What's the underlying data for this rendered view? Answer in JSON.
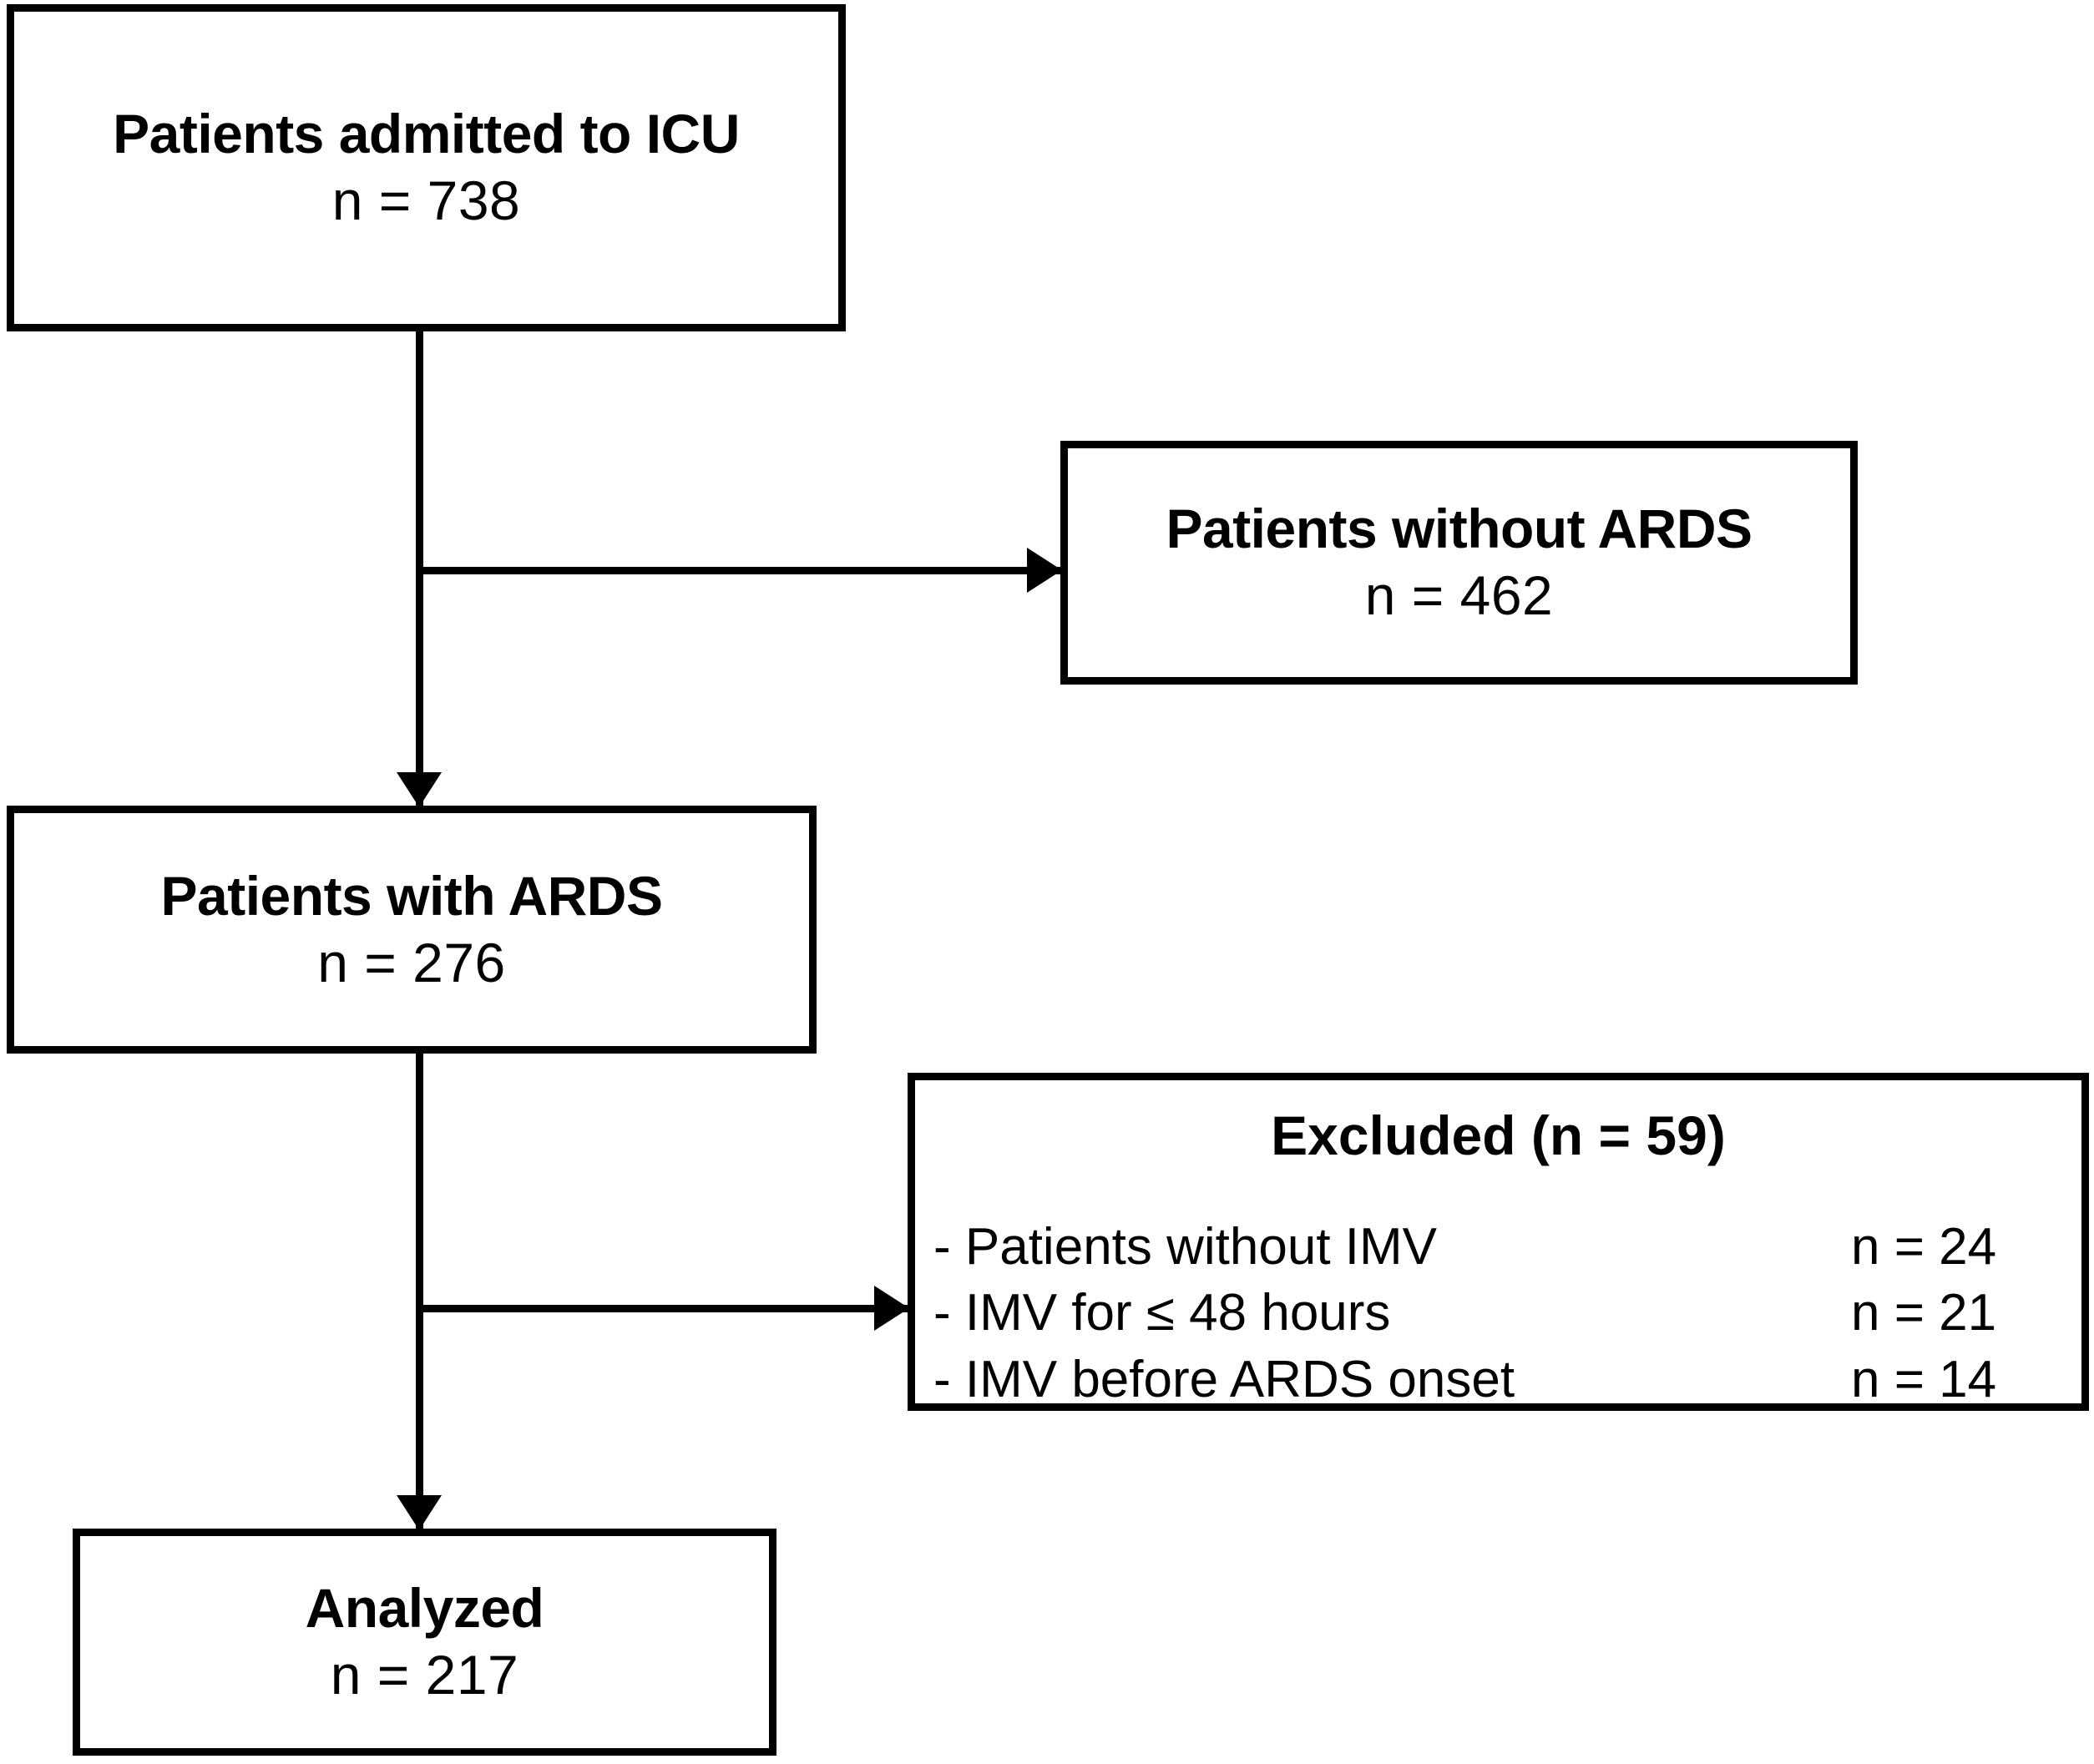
{
  "diagram": {
    "type": "study-flow-diagram",
    "nodes": [
      {
        "id": "icu",
        "title": "Patients admitted to ICU",
        "count": "n = 738"
      },
      {
        "id": "no-ards",
        "title": "Patients without ARDS",
        "count": "n = 462"
      },
      {
        "id": "ards",
        "title": "Patients with ARDS",
        "count": "n = 276"
      },
      {
        "id": "excluded",
        "title": "Excluded (n = 59)",
        "reasons": [
          {
            "label": "- Patients without IMV",
            "count": "n = 24"
          },
          {
            "label": "- IMV for ≤ 48 hours",
            "count": "n = 21"
          },
          {
            "label": "- IMV before ARDS onset",
            "count": "n = 14"
          }
        ]
      },
      {
        "id": "analyzed",
        "title": "Analyzed",
        "count": "n = 217"
      }
    ],
    "colors": {
      "stroke": "#000000",
      "fill": "#ffffff",
      "text": "#000000"
    }
  }
}
